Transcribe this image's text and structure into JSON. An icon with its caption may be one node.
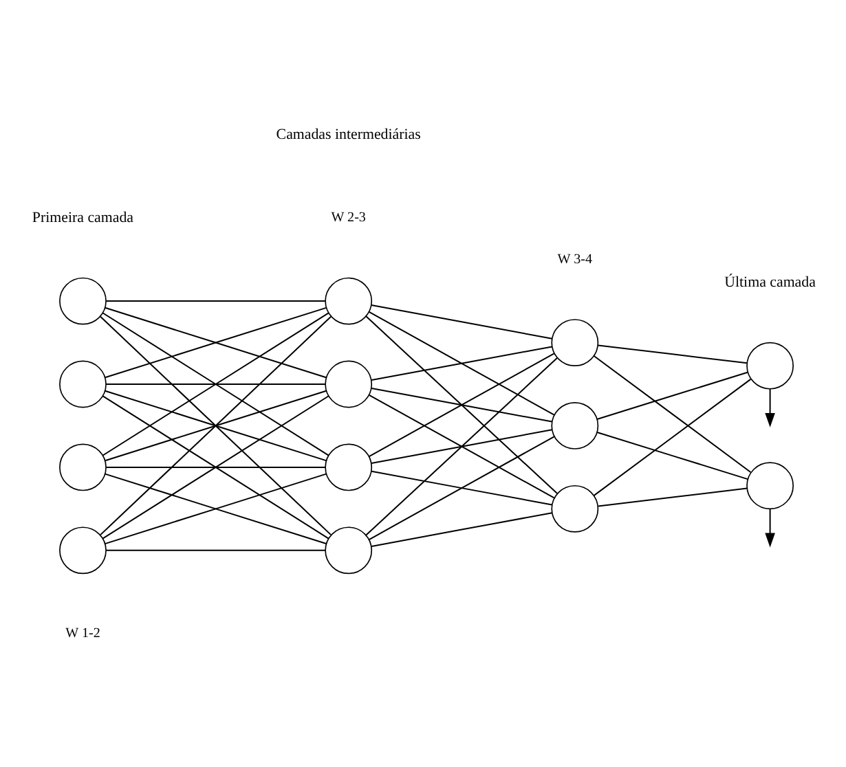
{
  "diagram": {
    "nodes": [
      {
        "text": [],
        "shape": "circle"
      },
      {
        "text": [],
        "shape": "circle"
      },
      {
        "text": [],
        "shape": "circle"
      },
      {
        "text": [],
        "shape": "circle"
      },
      {
        "text": [],
        "shape": "circle"
      },
      {
        "text": [],
        "shape": "circle"
      },
      {
        "text": [],
        "shape": "circle"
      },
      {
        "text": [],
        "shape": "circle"
      },
      {
        "text": [],
        "shape": "circle"
      },
      {
        "text": [],
        "shape": "circle"
      },
      {
        "text": [],
        "shape": "circle"
      },
      {
        "text": [],
        "shape": "circle"
      },
      {
        "text": [],
        "shape": "circle"
      }
    ],
    "edges": [
      {
        "from": 0,
        "to": 4,
        "arrow": "none"
      },
      {
        "from": 0,
        "to": 5,
        "arrow": "none"
      },
      {
        "from": 0,
        "to": 6,
        "arrow": "none"
      },
      {
        "from": 0,
        "to": 7,
        "arrow": "none"
      },
      {
        "from": 1,
        "to": 4,
        "arrow": "none"
      },
      {
        "from": 1,
        "to": 5,
        "arrow": "none"
      },
      {
        "from": 1,
        "to": 6,
        "arrow": "none"
      },
      {
        "from": 1,
        "to": 7,
        "arrow": "none"
      },
      {
        "from": 2,
        "to": 4,
        "arrow": "none"
      },
      {
        "from": 2,
        "to": 5,
        "arrow": "none"
      },
      {
        "from": 2,
        "to": 6,
        "arrow": "none"
      },
      {
        "from": 2,
        "to": 7,
        "arrow": "none"
      },
      {
        "from": 3,
        "to": 4,
        "arrow": "none"
      },
      {
        "from": 3,
        "to": 5,
        "arrow": "none"
      },
      {
        "from": 3,
        "to": 6,
        "arrow": "none"
      },
      {
        "from": 3,
        "to": 7,
        "arrow": "none"
      },
      {
        "from": 4,
        "to": 8,
        "arrow": "none"
      },
      {
        "from": 4,
        "to": 9,
        "arrow": "none"
      },
      {
        "from": 4,
        "to": 10,
        "arrow": "none"
      },
      {
        "from": 5,
        "to": 8,
        "arrow": "none"
      },
      {
        "from": 5,
        "to": 9,
        "arrow": "none"
      },
      {
        "from": 5,
        "to": 10,
        "arrow": "none"
      },
      {
        "from": 6,
        "to": 8,
        "arrow": "none"
      },
      {
        "from": 6,
        "to": 9,
        "arrow": "none"
      },
      {
        "from": 6,
        "to": 10,
        "arrow": "none"
      },
      {
        "from": 7,
        "to": 8,
        "arrow": "none"
      },
      {
        "from": 7,
        "to": 9,
        "arrow": "none"
      },
      {
        "from": 7,
        "to": 10,
        "arrow": "none"
      },
      {
        "from": 8,
        "to": 11,
        "arrow": "none"
      },
      {
        "from": 8,
        "to": 12,
        "arrow": "none"
      },
      {
        "from": 9,
        "to": 11,
        "arrow": "none"
      },
      {
        "from": 9,
        "to": 12,
        "arrow": "none"
      },
      {
        "from": 10,
        "to": 11,
        "arrow": "none"
      },
      {
        "from": 10,
        "to": 12,
        "arrow": "none"
      },
      {
        "from": 11,
        "to": null,
        "arrow": "to"
      },
      {
        "from": 12,
        "to": null,
        "arrow": "to"
      }
    ],
    "labels": [
      "W 1-2",
      "W 2-3",
      "W 3-4",
      "Primeira camada",
      "Camadas intermediárias",
      "Última camada"
    ]
  }
}
